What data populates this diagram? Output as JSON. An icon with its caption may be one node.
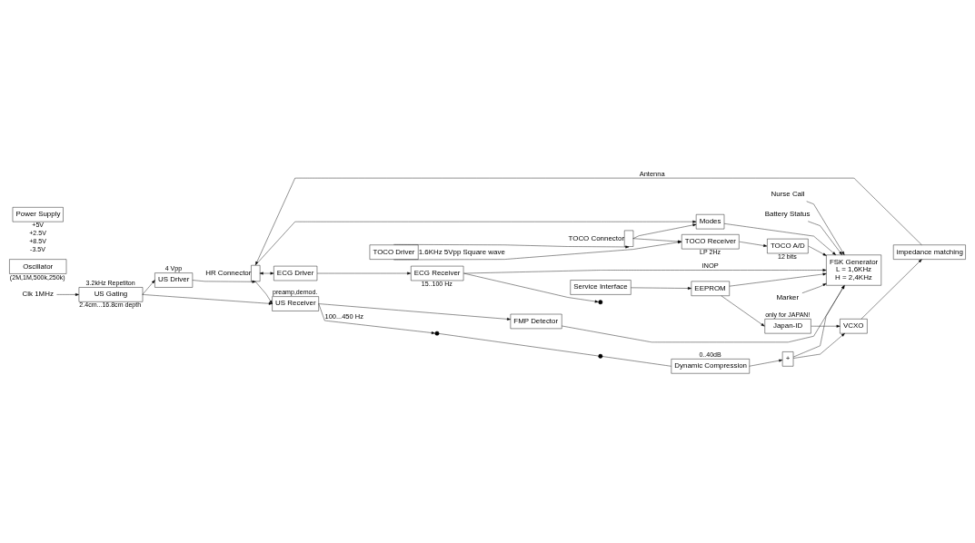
{
  "diagram": {
    "nodes": [
      {
        "text": [],
        "shape": "box",
        "beside": [
          "HR Connector"
        ]
      },
      {
        "text": [
          "US Driver"
        ],
        "beside": [
          "4 Vpp"
        ]
      },
      {
        "text": [
          "US Gating"
        ],
        "beside": [
          "3.2kHz Repetiton",
          "2.4cm...16.8cm depth"
        ]
      },
      {
        "text": [
          "Clk 1MHz"
        ]
      },
      {
        "text": [
          "US Receiver"
        ],
        "beside": [
          "preamp,demod."
        ]
      },
      {
        "text": [
          "ECG Driver"
        ]
      },
      {
        "text": [
          "ECG Receiver"
        ],
        "beside": [
          "15..100 Hz"
        ]
      },
      {
        "text": [],
        "shape": "circle"
      },
      {
        "text": [],
        "shape": "circle"
      },
      {
        "text": [],
        "shape": "circle"
      },
      {
        "text": [
          "Dynamic Compression"
        ],
        "beside": [
          "0..40dB"
        ]
      },
      {
        "text": [
          "+"
        ]
      },
      {
        "text": [
          "VCXO"
        ]
      },
      {
        "text": [
          "impedance matching"
        ]
      },
      {
        "text": [
          "Japan-ID"
        ],
        "beside": [
          "only for JAPAN!"
        ]
      },
      {
        "text": [
          "FMP Detector"
        ]
      },
      {
        "text": [
          "Modes"
        ]
      },
      {
        "text": [
          "FSK Generator",
          "L = 1,6KHz",
          "H = 2,4KHz"
        ]
      },
      {
        "text": [
          "EEPROM"
        ]
      },
      {
        "text": [
          "Service Interface"
        ]
      },
      {
        "text": [
          "Battery Status"
        ]
      },
      {
        "text": [
          "Marker"
        ]
      },
      {
        "text": [
          "Nurse Call"
        ]
      },
      {
        "text": [],
        "shape": "box",
        "beside": [
          "TOCO Connector"
        ]
      },
      {
        "text": [
          "TOCO Driver"
        ],
        "beside": [
          "1.6KHz 5Vpp Square wave"
        ]
      },
      {
        "text": [
          "TOCO Receiver"
        ],
        "beside": [
          "LP 2Hz"
        ]
      },
      {
        "text": [
          "TOCO A/D"
        ],
        "beside": [
          "12 bits"
        ]
      },
      {
        "text": [
          "Oscillator"
        ],
        "beside": [
          "(2M,1M,500k,250k)"
        ]
      },
      {
        "text": [
          "Power Supply"
        ],
        "beside": [
          "+5V",
          "+2.5V",
          "+8.5V",
          "-3.5V"
        ]
      }
    ],
    "edges": [
      {
        "from": 3,
        "to": 2,
        "arrow": "to"
      },
      {
        "from": 2,
        "to": 1,
        "arrow": "to"
      },
      {
        "from": 2,
        "to": 4,
        "arrow": "to"
      },
      {
        "from": 1,
        "to": 0,
        "arrow": "to"
      },
      {
        "from": 0,
        "to": 4,
        "arrow": "to"
      },
      {
        "from": 13,
        "to": 0,
        "arrow": "to",
        "label": "Antenna"
      },
      {
        "from": 0,
        "to": 5,
        "arrow": "both"
      },
      {
        "from": 0,
        "to": 16,
        "arrow": "to"
      },
      {
        "from": 5,
        "to": 6,
        "arrow": "to"
      },
      {
        "from": 4,
        "to": 7,
        "arrow": "to",
        "label": "100...450 Hz"
      },
      {
        "from": 4,
        "to": 15,
        "arrow": "to"
      },
      {
        "from": 6,
        "to": 8,
        "arrow": "to"
      },
      {
        "from": 6,
        "to": 17,
        "arrow": "to",
        "label": "INOP"
      },
      {
        "from": 7,
        "to": 9,
        "arrow": "none"
      },
      {
        "from": 9,
        "to": 10,
        "arrow": "none"
      },
      {
        "from": 10,
        "to": 11,
        "arrow": "to"
      },
      {
        "from": 11,
        "to": 12,
        "arrow": "to"
      },
      {
        "from": 14,
        "to": 12,
        "arrow": "to"
      },
      {
        "from": 12,
        "to": 13,
        "arrow": "to"
      },
      {
        "from": 11,
        "to": 17,
        "arrow": "to"
      },
      {
        "from": 15,
        "to": 17,
        "arrow": "to"
      },
      {
        "from": 16,
        "to": 17,
        "arrow": "to"
      },
      {
        "from": 26,
        "to": 17,
        "arrow": "to"
      },
      {
        "from": 18,
        "to": 17,
        "arrow": "to"
      },
      {
        "from": 18,
        "to": 14,
        "arrow": "to"
      },
      {
        "from": 19,
        "to": 18,
        "arrow": "to"
      },
      {
        "from": 20,
        "to": 17,
        "arrow": "to"
      },
      {
        "from": 21,
        "to": 17,
        "arrow": "to"
      },
      {
        "from": 22,
        "to": 17,
        "arrow": "to"
      },
      {
        "from": 23,
        "to": 16,
        "arrow": "to"
      },
      {
        "from": 24,
        "to": 23,
        "arrow": "to"
      },
      {
        "from": 24,
        "to": 25,
        "arrow": "to"
      },
      {
        "from": 23,
        "to": 25,
        "arrow": "to"
      },
      {
        "from": 25,
        "to": 26,
        "arrow": "to"
      }
    ]
  }
}
